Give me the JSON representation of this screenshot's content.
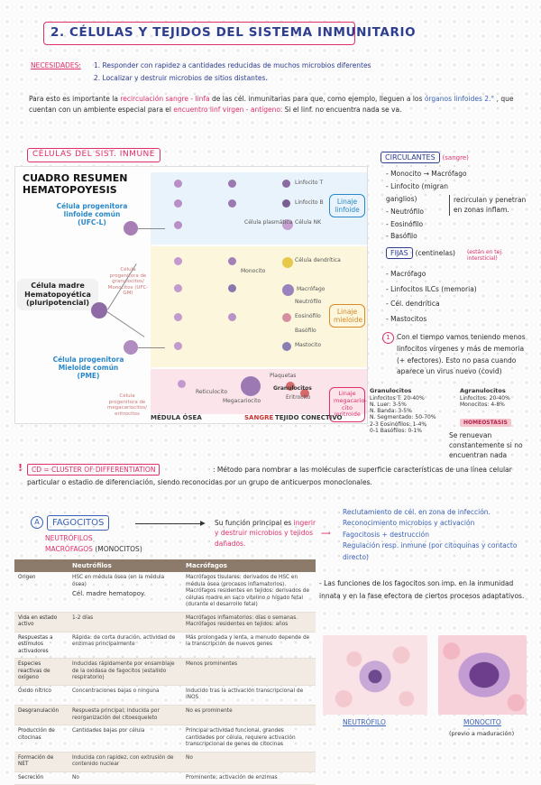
{
  "title": {
    "number": "2.",
    "text": "CÉLULAS Y TEJIDOS DEL SISTEMA INMUNITARIO"
  },
  "needs": {
    "label": "NECESIDADES:",
    "items": [
      "1. Responder con rapidez a cantidades reducidas de muchos microbios diferentes",
      "2. Localizar y destruir microbios de sitios distantes."
    ]
  },
  "intro": {
    "p1": "Para esto es importante la",
    "recirc": "recirculación sangre - linfa",
    "p2": "de las cél. inmunitarias para que, como ejemplo, lleguen a los",
    "organs": "órganos linfoides 2.°",
    "p3": ", que cuentan con un ambiente especial para el",
    "encounter": "encuentro linf virgen - antígeno.",
    "p4": "Si el linf. no encuentra nada se va."
  },
  "figure": {
    "header": "CÉLULAS DEL SIST. INMUNE",
    "title": "CUADRO RESUMEN HEMATOPOYESIS",
    "stem": "Célula madre Hematopoyética (pluripotencial)",
    "clp": "Célula progenitora linfoide común (UFC-L)",
    "pme": "Célula progenitora Mieloide común (PME)",
    "gmp": "Célula progenitora de granulocitos/ Monocitos (UFC-GM)",
    "mep": "Célula progenitora de megacariocitos/ eritrocitos",
    "lin_linfoide": "Linaje linfoide",
    "lin_mieloide": "Linaje mieloide",
    "lin_mega": "Linaje megacario-cito /eritroide",
    "bottom_bm": "MÉDULA ÓSEA",
    "bottom_blood": "SANGRE",
    "bottom_tissue": "TEJIDO CONECTIVO",
    "small_labels": [
      "Linfocito T",
      "Linfocito B",
      "Célula NK",
      "Célula plasmática",
      "Célula dendrítica",
      "Monocito",
      "Macrófago",
      "Neutrófilo",
      "Eosinófilo",
      "Basófilo",
      "Mastocito",
      "Megacariocito",
      "Plaquetas",
      "Reticulocito",
      "Eritrocito"
    ],
    "granulocitos_title": "Granulocitos",
    "granulocitos_list": [
      "Linfocitos T: 20-40%",
      "N. Luer: 3-5%",
      "N. Banda: 3-5%",
      "N. Segmentado: 50-70%",
      "2-3 Eosinófilos: 1-4%",
      "0-1 Basófilos: 0-1%"
    ],
    "agranulocitos_title": "Agranulocitos",
    "agranulocitos_list": [
      "Linfocitos: 20-40%",
      "Monocitos: 4-8%"
    ]
  },
  "circulating": {
    "label": "CIRCULANTES",
    "note": "(sangre)",
    "items": [
      "- Monocito → Macrófago",
      "- Linfocito (migran ganglios)",
      "- Neutrófilo",
      "- Eosinófilo",
      "- Basófilo"
    ],
    "side": "recirculan y penetran en zonas inflam."
  },
  "fixed": {
    "label": "FIJAS",
    "note": "(centinelas)",
    "side_note": "(están en tej. intersticial)",
    "items": [
      "- Macrófago",
      "- Linfocitos ILCs (memoria)",
      "- Cél. dendrítica",
      "- Mastocitos"
    ]
  },
  "note": {
    "num": "1",
    "text": "Con el tiempo vamos teniendo menos linfocitos vírgenes y más de memoria (+ efectores). Esto no pasa cuando aparece un virus nuevo (covid)"
  },
  "homeostasis": {
    "label": "HOMEOSTASIS",
    "text": "Se renuevan constantemente si no encuentran nada"
  },
  "cd": {
    "mark": "!",
    "label": "CD = CLUSTER OF DIFFERENTIATION",
    "text": ": Método para nombrar a las moléculas de superficie características de una línea celular particular o estadio de diferenciación, siendo reconocidas por un grupo de anticuerpos monoclonales."
  },
  "phagocytes": {
    "num": "A",
    "label": "FAGOCITOS",
    "types": [
      "NEUTRÓFILOS",
      "MACRÓFAGOS"
    ],
    "types_note": "(MONOCITOS)",
    "function_prefix": "Su función principal es",
    "function_highlight": "ingerir y destruir microbios y tejidos dañados.",
    "steps": [
      "Reclutamiento de cél. en zona de infección.",
      "Reconocimiento microbios y activación",
      "Fagocitosis + destrucción",
      "Regulación resp. inmune (por citoquinas y contacto directo)"
    ],
    "summary": "- Las funciones de los fagocitos son imp. en la inmunidad innata y en la fase efectora de ciertos procesos adaptativos."
  },
  "table": {
    "headers": [
      "",
      "Neutrófilos",
      "Macrófagos"
    ],
    "origin_note": "Cél. madre hematopoy.",
    "rows": [
      [
        "Origen",
        "HSC en médula ósea (en la médula ósea)",
        "Macrófagos tisulares: derivados de HSC en médula ósea (procesos inflamatorios). Macrófagos residentes en tejidos: derivados de células madre en saco vitelino o hígado fetal (durante el desarrollo fetal)"
      ],
      [
        "Vida en estado activo",
        "1-2 días",
        "Macrófagos inflamatorios: días o semanas. Macrófagos residentes en tejidos: años"
      ],
      [
        "Respuestas a estímulos activadores",
        "Rápida: de corta duración, actividad de enzimas principalmente",
        "Más prolongada y lenta, a menudo depende de la transcripción de nuevos genes"
      ],
      [
        "Especies reactivas de oxígeno",
        "Inducidas rápidamente por ensamblaje de la oxidasa de fagocitos (estallido respiratorio)",
        "Menos prominentes"
      ],
      [
        "Óxido nítrico",
        "Concentraciones bajas o ninguna",
        "Inducido tras la activación transcripcional de iNOS"
      ],
      [
        "Desgranulación",
        "Respuesta principal; inducida por reorganización del citoesqueleto",
        "No es prominente"
      ],
      [
        "Producción de citocinas",
        "Cantidades bajas por célula",
        "Principal actividad funcional, grandes cantidades por célula, requiere activación transcripcional de genes de citocinas"
      ],
      [
        "Formación de NET",
        "Inducida con rapidez, con extrusión de contenido nuclear",
        "No"
      ],
      [
        "Secreción",
        "No",
        "Prominente; activación de enzimas"
      ]
    ]
  },
  "photos": {
    "left_label": "NEUTRÓFILO",
    "right_label": "MONOCITO",
    "right_note": "(previo a maduración)"
  }
}
